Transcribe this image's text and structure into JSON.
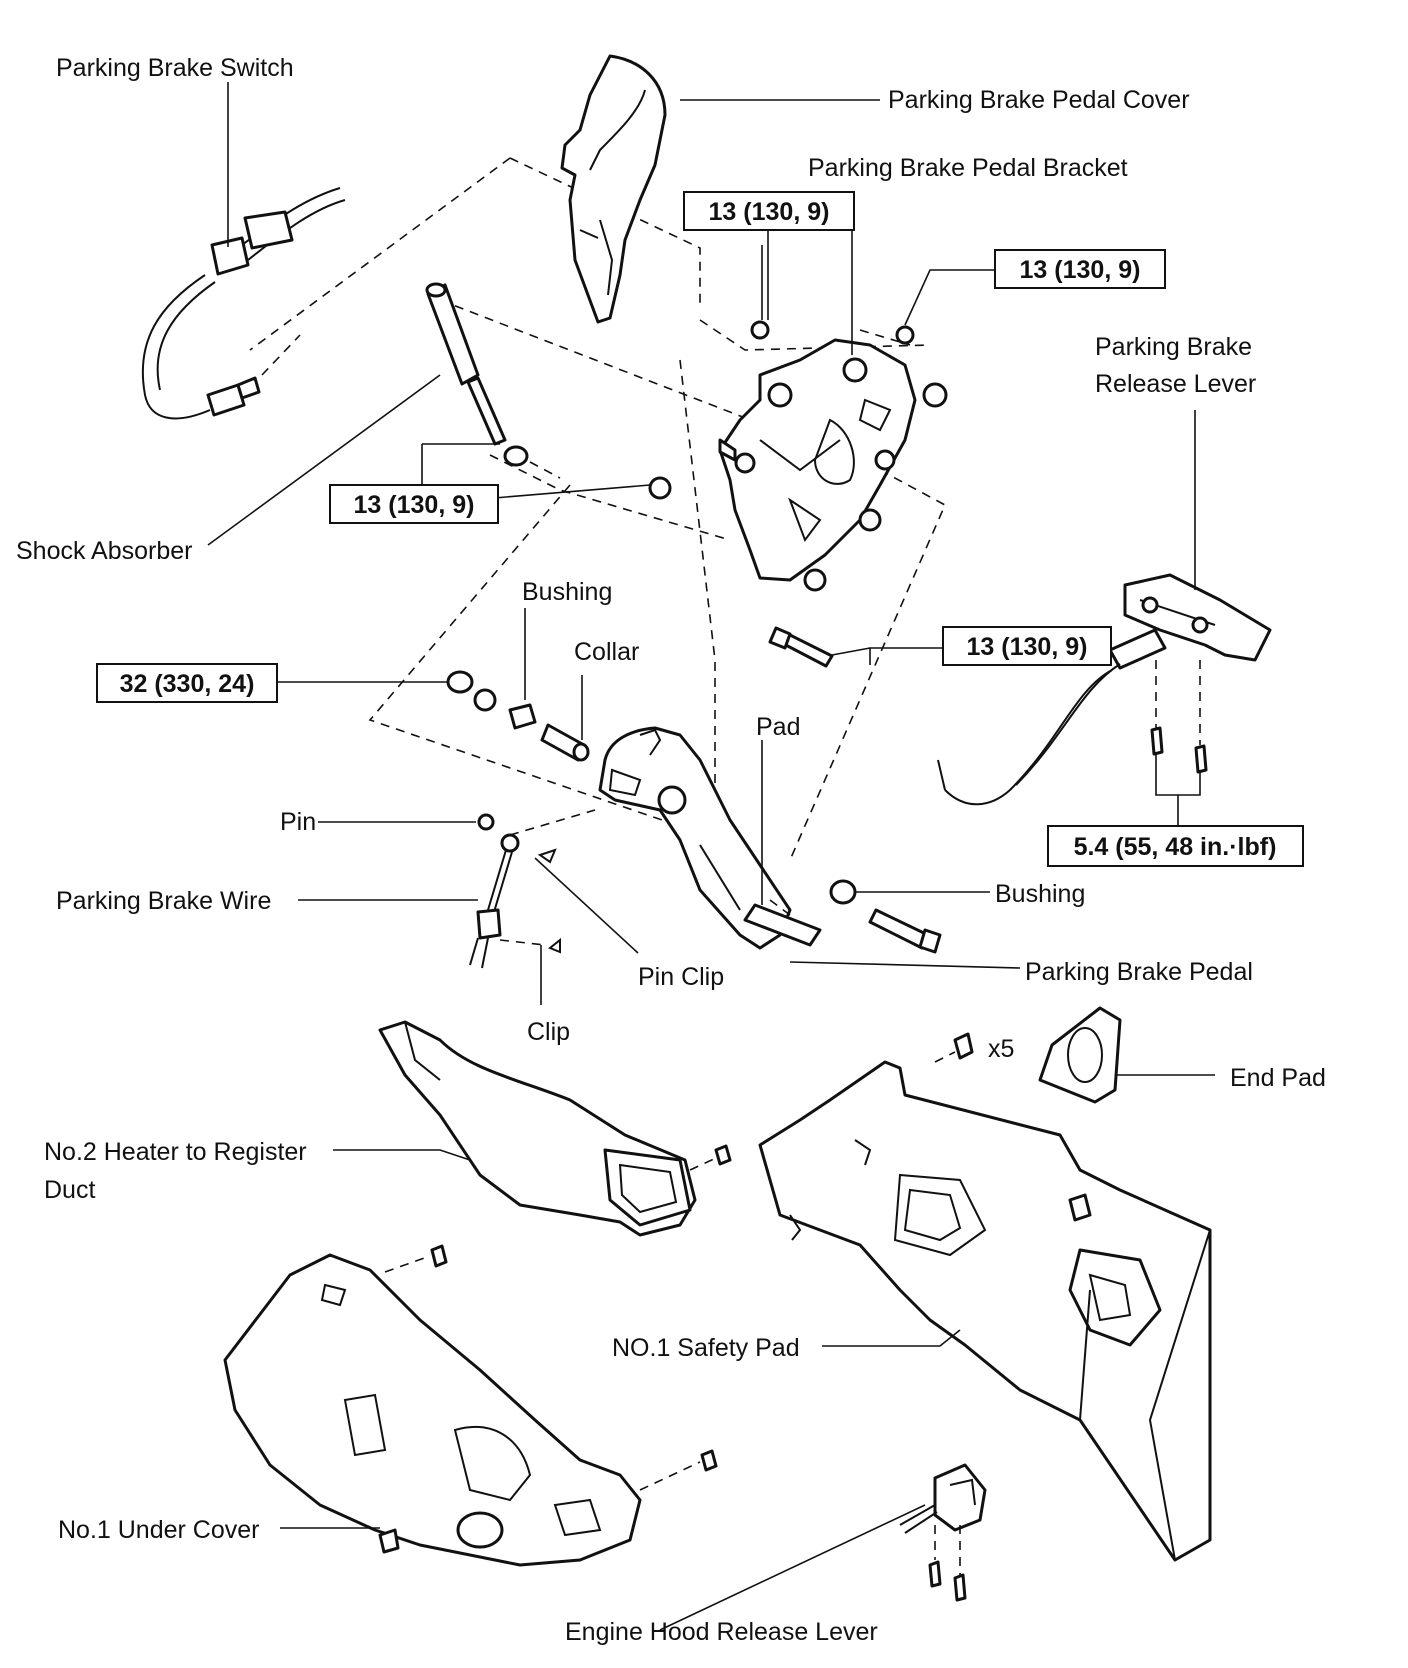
{
  "labels": {
    "parking_brake_switch": "Parking Brake Switch",
    "parking_brake_pedal_cover": "Parking Brake Pedal Cover",
    "parking_brake_pedal_bracket": "Parking Brake Pedal Bracket",
    "parking_brake_release_lever_line1": "Parking Brake",
    "parking_brake_release_lever_line2": "Release Lever",
    "shock_absorber": "Shock Absorber",
    "bushing_upper": "Bushing",
    "collar": "Collar",
    "pad": "Pad",
    "pin": "Pin",
    "parking_brake_wire": "Parking Brake Wire",
    "bushing_lower": "Bushing",
    "pin_clip": "Pin Clip",
    "parking_brake_pedal": "Parking Brake Pedal",
    "clip": "Clip",
    "x5": "x5",
    "end_pad": "End Pad",
    "heater_duct_line1": "No.2 Heater to Register",
    "heater_duct_line2": "Duct",
    "safety_pad": "NO.1 Safety Pad",
    "under_cover": "No.1 Under Cover",
    "engine_hood_release_lever": "Engine Hood Release Lever"
  },
  "torque_specs": {
    "bracket_left": "13 (130, 9)",
    "bracket_right": "13 (130, 9)",
    "shock_absorber": "13 (130, 9)",
    "bracket_bolt": "13 (130, 9)",
    "pedal_pivot": "32 (330, 24)",
    "release_lever": "5.4 (55, 48 in.·lbf)"
  }
}
